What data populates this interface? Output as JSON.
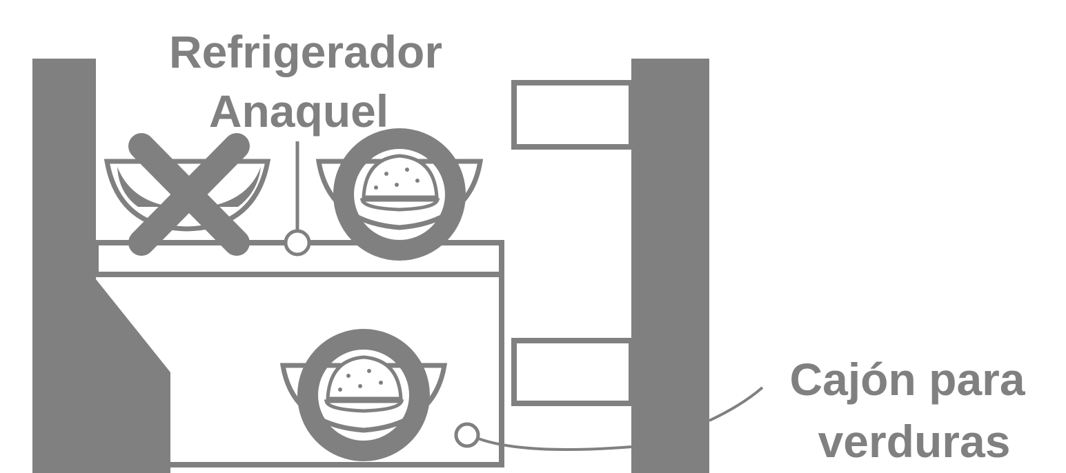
{
  "labels": {
    "shelf_line1": "Refrigerador",
    "shelf_line2": "Anaquel",
    "drawer_line1": "Cajón para",
    "drawer_line2": "verduras"
  },
  "colors": {
    "ink": "#808080",
    "background": "#ffffff"
  },
  "icons": {
    "wrong": "cross-out-bowl-icon",
    "right": "circled-bowl-icon"
  }
}
